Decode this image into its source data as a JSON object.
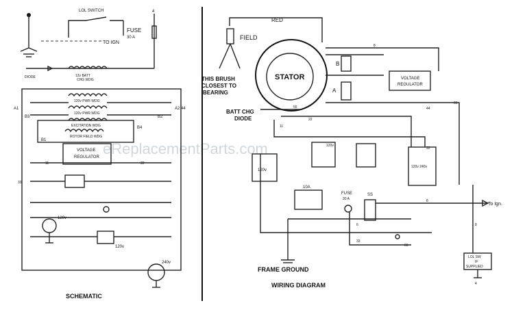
{
  "watermark": "eReplacementParts.com",
  "schematic": {
    "caption": "SCHEMATIC",
    "lol_switch": "LOL SWITCH",
    "fuse": "FUSE",
    "fuse_rating": "30 A",
    "to_ign": "TO IGN",
    "diode": "DIODE",
    "batt_chg_wdg_line1": "12v BATT",
    "batt_chg_wdg_line2": "CHG WDG",
    "pwr_wdg_1": "120v PWR WDG",
    "pwr_wdg_2": "120v PWR WDG",
    "excitation_wdg": "EXCITATION WDG",
    "rotor_field_wdg": "ROTOR FIELD WDG",
    "voltage_regulator_line1": "VOLTAGE",
    "voltage_regulator_line2": "REGULATOR",
    "label_a1": "A1",
    "label_a2": "A2",
    "label_b1": "B1",
    "label_b2": "B2",
    "label_b3": "B3",
    "label_b4": "B4",
    "label_120v_a": "120v",
    "label_120v_b": "120v",
    "label_240v": "240v",
    "wire_11": "11",
    "wire_22": "22",
    "wire_33": "33",
    "wire_44": "44",
    "wire_4": "4"
  },
  "wiring": {
    "caption": "WIRING DIAGRAM",
    "red": "RED",
    "field": "FIELD",
    "brush_line1": "THIS BRUSH",
    "brush_line2": "CLOSEST TO",
    "brush_line3": "BEARING",
    "stator": "STATOR",
    "batt_chg_line1": "BATT CHG",
    "batt_chg_line2": "DIODE",
    "voltage_regulator_line1": "VOLTAGE",
    "voltage_regulator_line2": "REGULATOR",
    "fuse_line1": "FUSE",
    "fuse_line2": "30 A",
    "ss": "SS",
    "to_ign": "To Ign.",
    "frame_ground": "FRAME GROUND",
    "lol_line1": "LOL SW",
    "lol_line2": "IF",
    "lol_line3": "SUPPLIED",
    "label_b": "B",
    "label_a": "A",
    "label_120v": "120v",
    "label_120v_240v": "120v 240v",
    "label_10a": "10A",
    "wire_8": "8",
    "wire_66": "66",
    "wire_55": "55",
    "wire_11": "11",
    "wire_22": "22",
    "wire_33": "33",
    "wire_44": "44",
    "wire_6": "6",
    "wire_4": "4"
  }
}
